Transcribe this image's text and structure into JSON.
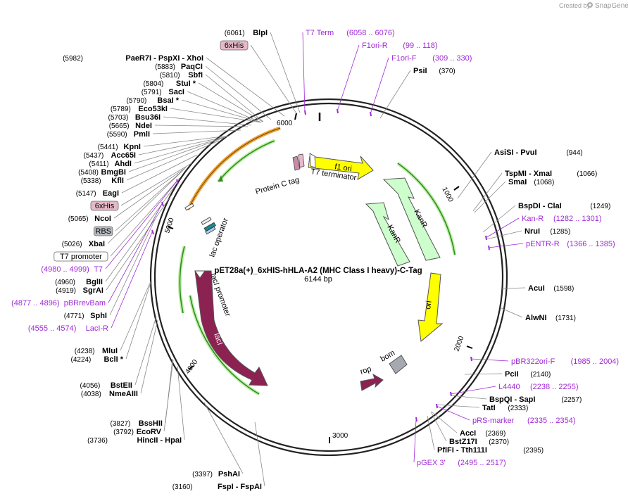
{
  "header": {
    "created_by": "Created by",
    "brand": "SnapGene"
  },
  "plasmid": {
    "name": "pET28a(+)_6xHIS-hHLA-A2 (MHC Class I heavy)-C-Tag",
    "size": "6144 bp"
  },
  "ticks": [
    "1000",
    "2000",
    "3000",
    "4000",
    "5000",
    "6000"
  ],
  "features": {
    "f1ori": "f1 ori",
    "kanr_outer": "KanR",
    "kanr_inner": "KanR",
    "ori": "ori",
    "bom": "bom",
    "rop": "rop",
    "laci": "lacI",
    "laci_promoter": "lacI promoter",
    "lac_operator": "lac operator",
    "protein_c_tag": "Protein C tag",
    "t7_terminator": "T7 terminator"
  },
  "sites_left": [
    {
      "pos": "(6061)",
      "name": "BlpI"
    },
    {
      "pos": "",
      "name": "6xHis",
      "boxed": "pink"
    },
    {
      "pos": "(5982)",
      "name": "PaeR7I  -  PspXI  -  XhoI"
    },
    {
      "pos": "(5883)",
      "name": "PaqCI"
    },
    {
      "pos": "(5810)",
      "name": "SbfI"
    },
    {
      "pos": "(5804)",
      "name": "StuI *"
    },
    {
      "pos": "(5791)",
      "name": "SacI"
    },
    {
      "pos": "(5790)",
      "name": "BsaI *"
    },
    {
      "pos": "(5789)",
      "name": "Eco53kI"
    },
    {
      "pos": "(5703)",
      "name": "Bsu36I"
    },
    {
      "pos": "(5665)",
      "name": "NdeI"
    },
    {
      "pos": "(5590)",
      "name": "PmlI"
    },
    {
      "pos": "(5441)",
      "name": "KpnI"
    },
    {
      "pos": "(5437)",
      "name": "Acc65I"
    },
    {
      "pos": "(5411)",
      "name": "AhdI"
    },
    {
      "pos": "(5408)",
      "name": "BmgBI"
    },
    {
      "pos": "(5338)",
      "name": "KflI"
    },
    {
      "pos": "(5147)",
      "name": "EagI"
    },
    {
      "pos": "",
      "name": "6xHis",
      "boxed": "pink"
    },
    {
      "pos": "(5065)",
      "name": "NcoI"
    },
    {
      "pos": "",
      "name": "RBS",
      "boxed": "gray"
    },
    {
      "pos": "(5026)",
      "name": "XbaI"
    },
    {
      "pos": "",
      "name": "T7 promoter",
      "boxed": "white"
    },
    {
      "pos": "(4980 .. 4999)",
      "name": "T7",
      "primer": true
    },
    {
      "pos": "(4960)",
      "name": "BglII"
    },
    {
      "pos": "(4919)",
      "name": "SgrAI"
    },
    {
      "pos": "(4877 .. 4896)",
      "name": "pBRrevBam",
      "primer": true
    },
    {
      "pos": "(4771)",
      "name": "SphI"
    },
    {
      "pos": "(4555 .. 4574)",
      "name": "LacI-R",
      "primer": true
    },
    {
      "pos": "(4238)",
      "name": "MluI"
    },
    {
      "pos": "(4224)",
      "name": "BclI *"
    },
    {
      "pos": "(4056)",
      "name": "BstEII"
    },
    {
      "pos": "(4038)",
      "name": "NmeAIII"
    },
    {
      "pos": "(3827)",
      "name": "BssHII"
    },
    {
      "pos": "(3792)",
      "name": "EcoRV"
    },
    {
      "pos": "(3736)",
      "name": "HincII  -  HpaI"
    },
    {
      "pos": "(3397)",
      "name": "PshAI"
    },
    {
      "pos": "(3160)",
      "name": "FspI  -  FspAI"
    }
  ],
  "sites_right": [
    {
      "name": "T7 Term",
      "pos": "(6058 .. 6076)",
      "primer": true
    },
    {
      "name": "F1ori-R",
      "pos": "(99 .. 118)",
      "primer": true
    },
    {
      "name": "F1ori-F",
      "pos": "(309 .. 330)",
      "primer": true
    },
    {
      "name": "PsiI",
      "pos": "(370)"
    },
    {
      "name": "AsiSI  -  PvuI",
      "pos": "(944)"
    },
    {
      "name": "TspMI  -  XmaI",
      "pos": "(1066)"
    },
    {
      "name": "SmaI",
      "pos": "(1068)"
    },
    {
      "name": "BspDI  -  ClaI",
      "pos": "(1249)"
    },
    {
      "name": "Kan-R",
      "pos": "(1282 .. 1301)",
      "primer": true
    },
    {
      "name": "NruI",
      "pos": "(1285)"
    },
    {
      "name": "pENTR-R",
      "pos": "(1366 .. 1385)",
      "primer": true
    },
    {
      "name": "AcuI",
      "pos": "(1598)"
    },
    {
      "name": "AlwNI",
      "pos": "(1731)"
    },
    {
      "name": "pBR322ori-F",
      "pos": "(1985 .. 2004)",
      "primer": true
    },
    {
      "name": "PciI",
      "pos": "(2140)"
    },
    {
      "name": "L4440",
      "pos": "(2238 .. 2255)",
      "primer": true
    },
    {
      "name": "BspQI  -  SapI",
      "pos": "(2257)"
    },
    {
      "name": "TatI",
      "pos": "(2333)"
    },
    {
      "name": "pRS-marker",
      "pos": "(2335 .. 2354)",
      "primer": true
    },
    {
      "name": "AccI",
      "pos": "(2369)"
    },
    {
      "name": "BstZ17I",
      "pos": "(2370)"
    },
    {
      "name": "PflFI  -  Tth111I",
      "pos": "(2395)"
    },
    {
      "name": "pGEX 3'",
      "pos": "(2495 .. 2517)",
      "primer": true
    }
  ],
  "colors": {
    "primer": "#a02bd6",
    "f1ori": "#ffff00",
    "kanr": "#ccffcc",
    "ori": "#ffff00",
    "laci": "#8b2252",
    "rop": "#8b2252",
    "bom": "#a6aab0",
    "promoter_arc_orange": "#f0a030",
    "promoter_arc_green": "#2f8f1f"
  }
}
